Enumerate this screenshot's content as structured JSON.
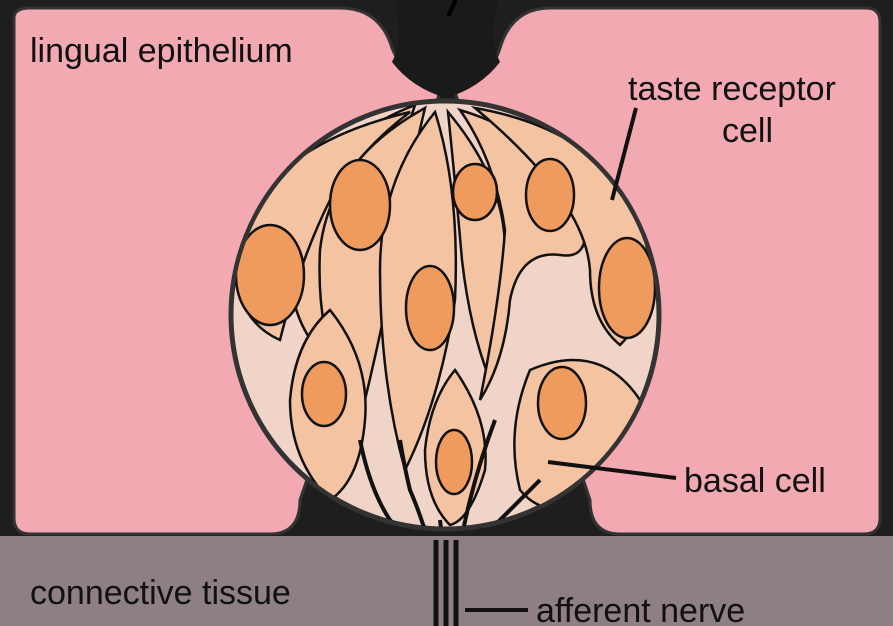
{
  "labels": {
    "lingual_epithelium": "lingual epithelium",
    "taste_receptor_line1": "taste receptor",
    "taste_receptor_line2": "cell",
    "basal_cell": "basal cell",
    "connective_tissue": "connective tissue",
    "afferent_nerve": "afferent nerve"
  },
  "colors": {
    "background": "#1e1e1e",
    "epithelium": "#f2a9b2",
    "connective_tissue": "#8e7f83",
    "taste_bud": "#f3b892",
    "cell_body": "#f4c3a2",
    "interstitial": "#f0d4c7",
    "nucleus": "#ee9b5d",
    "outline": "#111111"
  }
}
